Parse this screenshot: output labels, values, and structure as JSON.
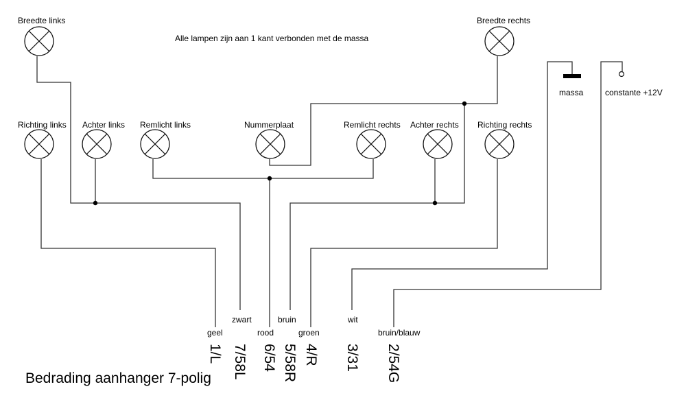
{
  "title": "Bedrading aanhanger 7-polig",
  "note": "Alle lampen zijn aan 1 kant verbonden met de massa",
  "lamps": [
    {
      "id": "breedte-links",
      "label": "Breedte links"
    },
    {
      "id": "richting-links",
      "label": "Richting links"
    },
    {
      "id": "achter-links",
      "label": "Achter links"
    },
    {
      "id": "remlicht-links",
      "label": "Remlicht links"
    },
    {
      "id": "nummerplaat",
      "label": "Nummerplaat"
    },
    {
      "id": "remlicht-rechts",
      "label": "Remlicht rechts"
    },
    {
      "id": "achter-rechts",
      "label": "Achter rechts"
    },
    {
      "id": "richting-rechts",
      "label": "Richting rechts"
    },
    {
      "id": "breedte-rechts",
      "label": "Breedte rechts"
    }
  ],
  "terminals": {
    "ground": {
      "label": "massa",
      "icon": "ground-symbol-icon"
    },
    "supply": {
      "label": "constante +12V",
      "icon": "terminal-circle-icon"
    }
  },
  "wires": [
    {
      "color": "geel",
      "pin": "1/L"
    },
    {
      "color": "zwart",
      "pin": "7/58L"
    },
    {
      "color": "rood",
      "pin": "6/54"
    },
    {
      "color": "bruin",
      "pin": "5/58R"
    },
    {
      "color": "groen",
      "pin": "4/R"
    },
    {
      "color": "wit",
      "pin": "3/31"
    },
    {
      "color": "bruin/blauw",
      "pin": "2/54G"
    }
  ]
}
